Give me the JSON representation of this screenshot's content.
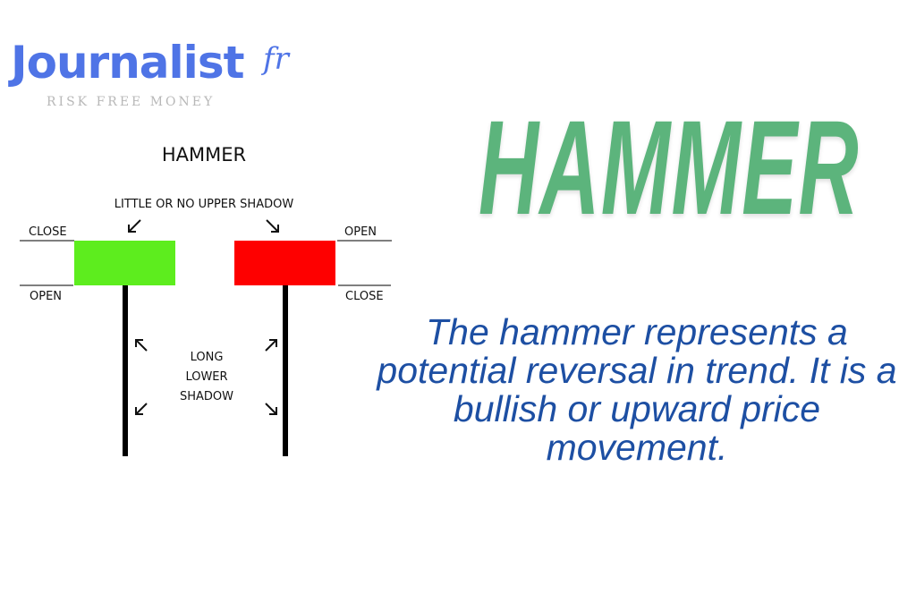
{
  "logo": {
    "name": "Journalist",
    "signature": "fr",
    "tagline": "RISK FREE MONEY"
  },
  "diagram": {
    "title": "HAMMER",
    "upper_shadow_label": "LITTLE OR NO UPPER SHADOW",
    "lower_shadow_label": [
      "LONG",
      "LOWER",
      "SHADOW"
    ],
    "bullish": {
      "top_label": "CLOSE",
      "bottom_label": "OPEN",
      "color": "#5ded1e"
    },
    "bearish": {
      "top_label": "OPEN",
      "bottom_label": "CLOSE",
      "color": "#fe0000"
    }
  },
  "headline": "HAMMER",
  "description": "The hammer represents a potential reversal in trend. It is a bullish or upward price movement.",
  "colors": {
    "headline": "#5cb47c",
    "description": "#1d4fa3",
    "logo": "#4f74e6"
  }
}
